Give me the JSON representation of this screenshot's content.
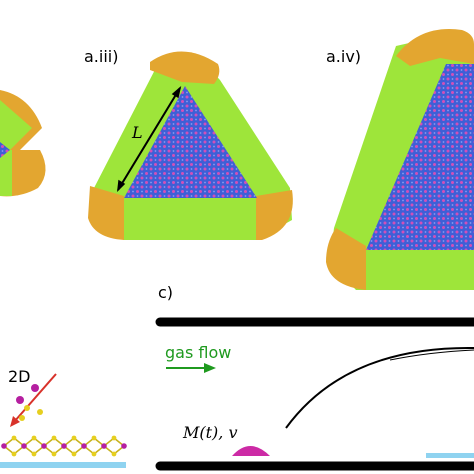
{
  "panels": {
    "a_iii": {
      "label": "a.iii)",
      "edge_label": "L"
    },
    "a_iv": {
      "label": "a.iv)"
    },
    "c": {
      "label": "c)"
    }
  },
  "annotations": {
    "gas_flow": "gas flow",
    "source": "M(t), v",
    "deposition": "2D"
  },
  "colors": {
    "crystal": "#3f5fd6",
    "lattice_atom": "#d24fb8",
    "edge_band": "#9ee53a",
    "corner_cap": "#e3a630",
    "source_dome": "#cc2aa5",
    "substrate": "#8fd3f0",
    "tube": "#000000",
    "flow_arrow": "#1f9a1f",
    "particle_magenta": "#b51fa0",
    "particle_yellow": "#e6cf1f",
    "particle_arrow": "#d8322a"
  },
  "icons": [
    "triangular-crystal",
    "flow-arrow-icon",
    "deposition-arrow-icon"
  ]
}
